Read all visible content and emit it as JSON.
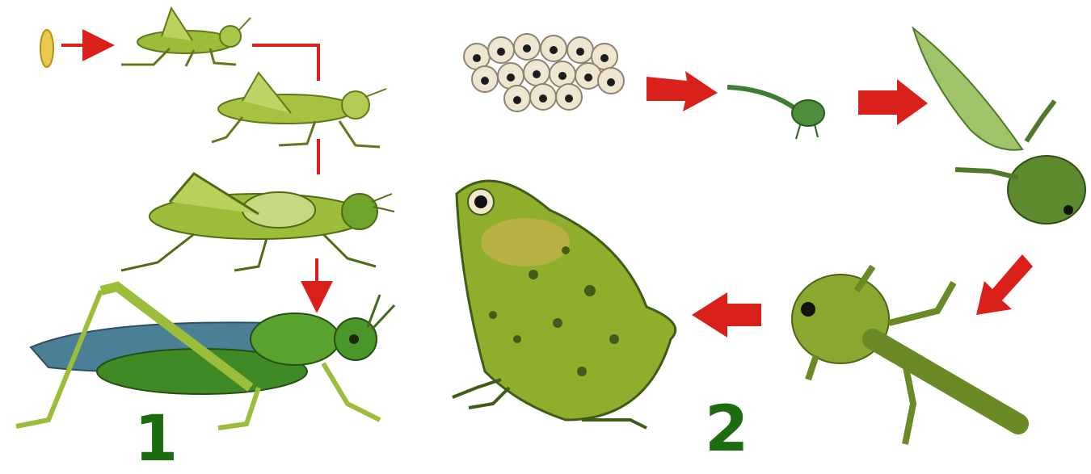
{
  "figure": {
    "panel_labels": {
      "grasshopper": "1",
      "frog": "2"
    }
  },
  "grasshopper_cycle": {
    "stages": [
      "egg",
      "nymph-small",
      "nymph-medium",
      "nymph-large",
      "adult"
    ]
  },
  "frog_cycle": {
    "stages": [
      "egg-cluster",
      "hatchling-tadpole",
      "tadpole",
      "froglet",
      "adult-frog"
    ]
  },
  "colors": {
    "arrow": "#d9201a",
    "grasshopper_body": "#9bbd3a",
    "grasshopper_wing": "#4a7f96",
    "frog_body": "#8fae2c",
    "frog_spots": "#3f5c18",
    "label": "#1f6b12"
  }
}
